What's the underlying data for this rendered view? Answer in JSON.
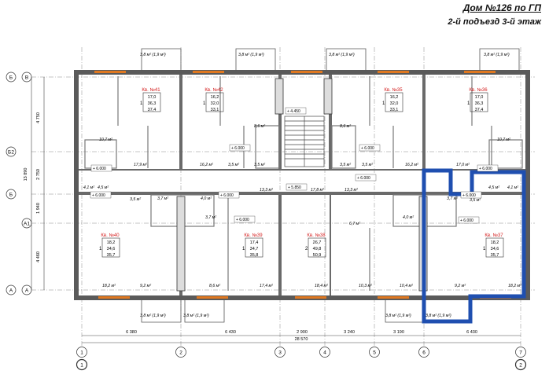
{
  "header": {
    "title": "Дом №126 по ГП",
    "subtitle": "2-й подъезд 3-й этаж"
  },
  "axes": {
    "letters": [
      "Б",
      "В",
      "Б2",
      "Б",
      "А1",
      "А",
      "А"
    ],
    "numbers": [
      "1",
      "2",
      "3",
      "4",
      "5",
      "6",
      "7",
      "1",
      "2"
    ],
    "vertical_dims": [
      "4 750",
      "2 750",
      "13 890",
      "1 940",
      "4 460"
    ],
    "horizontal_dims": [
      "6 380",
      "6 430",
      "2 900",
      "3 240",
      "3 190",
      "6 430"
    ],
    "total_dim": "28 570"
  },
  "apartments": [
    {
      "label": "Кв. №41",
      "rows": [
        "17,0",
        "36,3",
        "37,4"
      ],
      "rooms": "1"
    },
    {
      "label": "Кв. №42",
      "rows": [
        "16,2",
        "32,0",
        "33,1"
      ],
      "rooms": "1"
    },
    {
      "label": "Кв. №35",
      "rows": [
        "16,2",
        "32,0",
        "33,1"
      ],
      "rooms": "1"
    },
    {
      "label": "Кв. №36",
      "rows": [
        "17,0",
        "36,3",
        "37,4"
      ],
      "rooms": "1"
    },
    {
      "label": "Кв. №40",
      "rows": [
        "18,2",
        "34,6",
        "35,7"
      ],
      "rooms": "1"
    },
    {
      "label": "Кв. №39",
      "rows": [
        "17,4",
        "34,7",
        "35,8"
      ],
      "rooms": "1"
    },
    {
      "label": "Кв. №38",
      "rows": [
        "26,7",
        "49,8",
        "50,9"
      ],
      "rooms": "2"
    },
    {
      "label": "Кв. №37",
      "rows": [
        "18,2",
        "34,6",
        "35,7"
      ],
      "rooms": "1"
    }
  ],
  "room_areas": [
    "3,8 м² (1,9 м²)",
    "3,8 м² (1,9 м²)",
    "3,8 м² (1,9 м²)",
    "3,8 м² (1,9 м²)",
    "10,7 м²",
    "17,9 м²",
    "16,2 м²",
    "3,5 м²",
    "8,6 м²",
    "3,5 м²",
    "8,6 м²",
    "3,5 м²",
    "3,5 м²",
    "16,2 м²",
    "17,0 м²",
    "10,7 м²",
    "4,1 м²",
    "4,5 м²",
    "3,5 м²",
    "3,7 м²",
    "4,0 м²",
    "3,7 м²",
    "13,3 м²",
    "17,8 м²",
    "13,3 м²",
    "4,5 м²",
    "4,1 м²",
    "3,7 м²",
    "4,0 м²",
    "3,5 м²",
    "6,7 м²",
    "18,2 м²",
    "9,2 м²",
    "8,6 м²",
    "17,4 м²",
    "18,4 м²",
    "10,3 м²",
    "10,4 м²",
    "9,2 м²",
    "18,2 м²",
    "3,8 м² (1,9 м²)",
    "3,8 м² (1,9 м²)",
    "3,8 м² (1,9 м²)",
    "3,8 м² (1,9 м²)"
  ],
  "levels": [
    "+ 4.450",
    "+ 6.000",
    "+ 6.000",
    "+ 6.000",
    "+ 6.000",
    "+ 5.850",
    "+ 6.000",
    "+ 6.000",
    "+ 6.000",
    "+ 6.000",
    "+ 6.000",
    "+ 6.000"
  ],
  "colors": {
    "highlight": "#1f4fb0",
    "wall": "#6a6a6a",
    "door": "#e07820",
    "label_red": "#d42020"
  }
}
